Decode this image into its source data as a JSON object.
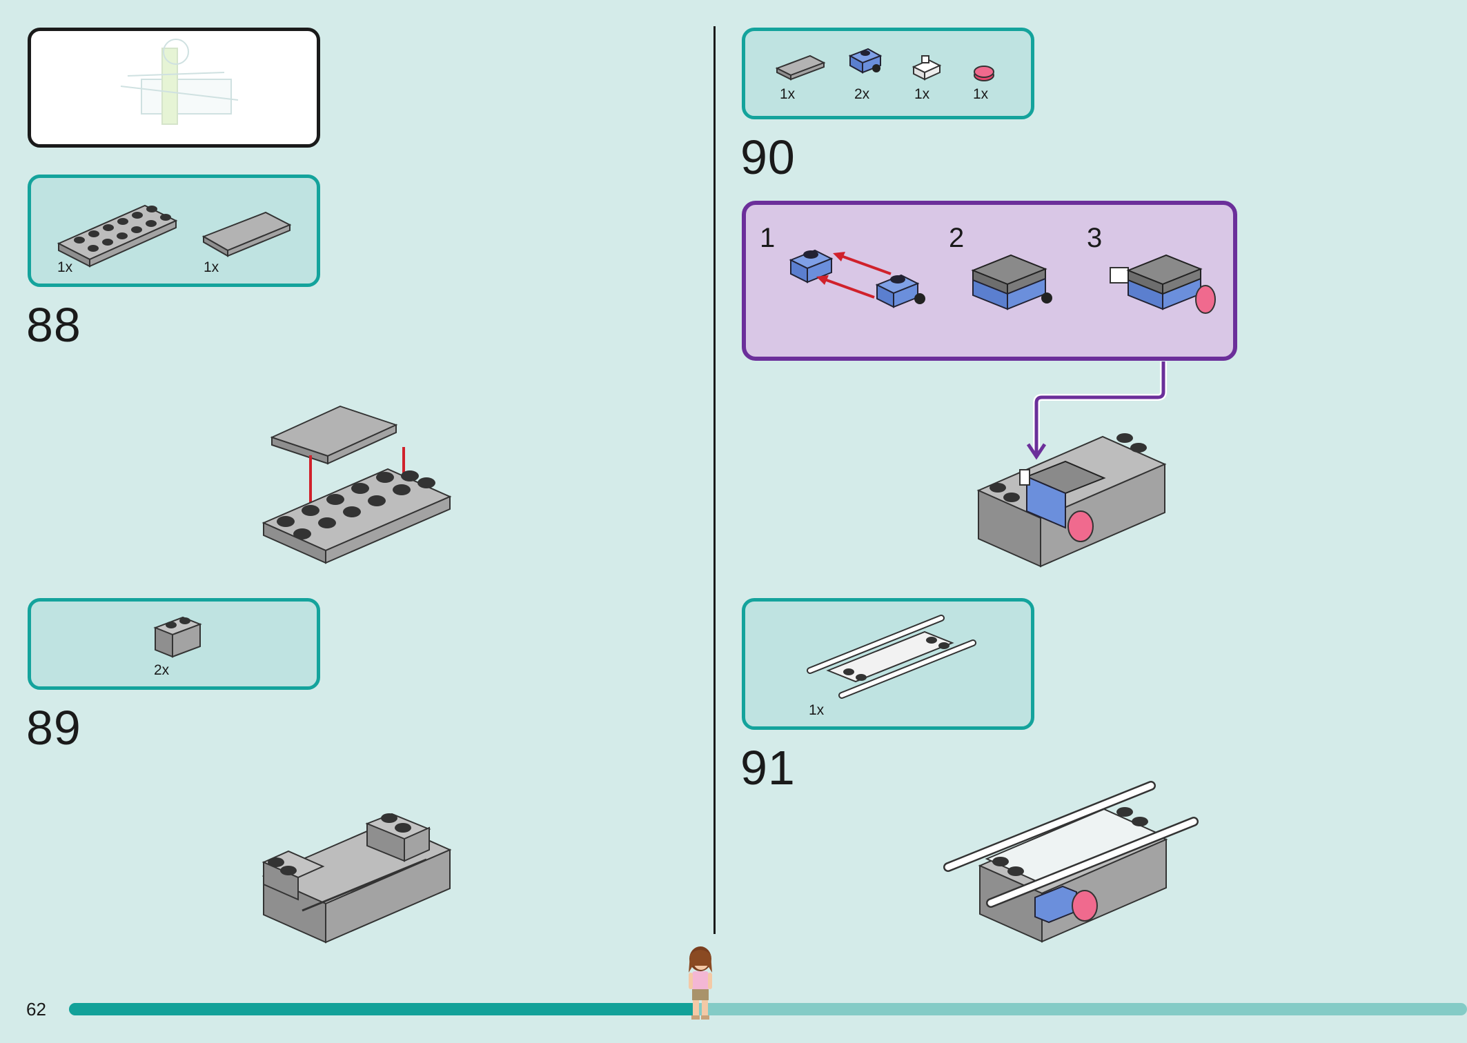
{
  "page": {
    "number": "62",
    "progress_fraction": 0.45
  },
  "colors": {
    "background": "#d4ebe9",
    "part_box_border": "#14a39c",
    "part_box_fill": "#bfe3e1",
    "substep_border": "#6b2f9a",
    "substep_fill": "#d9c7e6",
    "progress": "#12a199",
    "arrow": "#d0212b"
  },
  "steps": [
    {
      "number": "88",
      "parts": [
        {
          "qty": "1x",
          "icon": "gray-plate-2x6-icon"
        },
        {
          "qty": "1x",
          "icon": "gray-tile-2x4-icon"
        }
      ]
    },
    {
      "number": "89",
      "parts": [
        {
          "qty": "2x",
          "icon": "gray-brick-1x2-icon"
        }
      ]
    },
    {
      "number": "90",
      "parts": [
        {
          "qty": "1x",
          "icon": "gray-tile-icon"
        },
        {
          "qty": "2x",
          "icon": "blue-bracket-icon"
        },
        {
          "qty": "1x",
          "icon": "white-clip-icon"
        },
        {
          "qty": "1x",
          "icon": "pink-round-tile-icon"
        }
      ],
      "substeps": [
        {
          "number": "1"
        },
        {
          "number": "2"
        },
        {
          "number": "3"
        }
      ]
    },
    {
      "number": "91",
      "parts": [
        {
          "qty": "1x",
          "icon": "white-ladder-icon"
        }
      ]
    }
  ]
}
